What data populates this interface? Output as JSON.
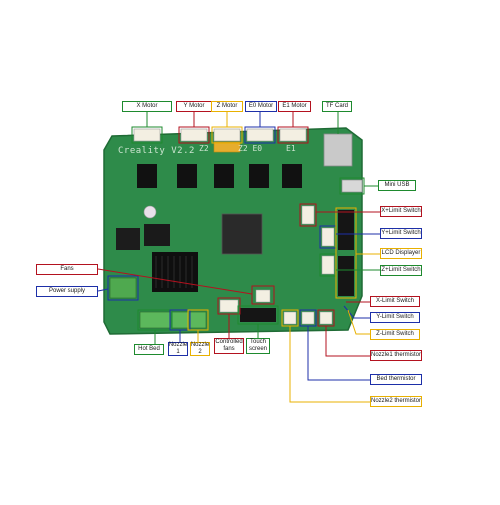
{
  "board": {
    "brand_text": "Creality V2.2",
    "silk_z": "Z2",
    "silk_e0": "Z2 E0",
    "silk_e1": "E1"
  },
  "labels": {
    "x_motor": "X Motor",
    "y_motor": "Y Motor",
    "z_motor": "Z Motor",
    "e0_motor": "E0 Motor",
    "e1_motor": "E1 Motor",
    "tf_card": "TF Card",
    "mini_usb": "Mini USB",
    "x_plus_limit": "X+Limit Switch",
    "y_plus_limit": "Y+Limit Switch",
    "lcd_displayer": "LCD Displayer",
    "z_plus_limit": "Z+Limit Switch",
    "fans": "Fans",
    "power_supply": "Power supply",
    "x_limit": "X-Limit Switch",
    "y_limit": "Y-Limit Switch",
    "z_limit": "Z-Limit Switch",
    "hot_bed": "Hot Bed",
    "nozzle1_line1": "Nozzle",
    "nozzle1_line2": "1",
    "nozzle2_line1": "Nozzle",
    "nozzle2_line2": "2",
    "controlled_fans_line1": "Controlled",
    "controlled_fans_line2": "fans",
    "touch_screen_line1": "Touch",
    "touch_screen_line2": "screen",
    "nozzle1_thermistor": "Nozzle1 thermistor",
    "bed_thermistor": "Bed thermistor",
    "nozzle2_thermistor": "Nozzle2 thermistor"
  },
  "colors": {
    "red": "#b3121f",
    "blue": "#1d2fa8",
    "yellow": "#e8b000",
    "green": "#1e8a2e",
    "board": "#2e8b4a",
    "board_edge": "#1f6b35"
  }
}
